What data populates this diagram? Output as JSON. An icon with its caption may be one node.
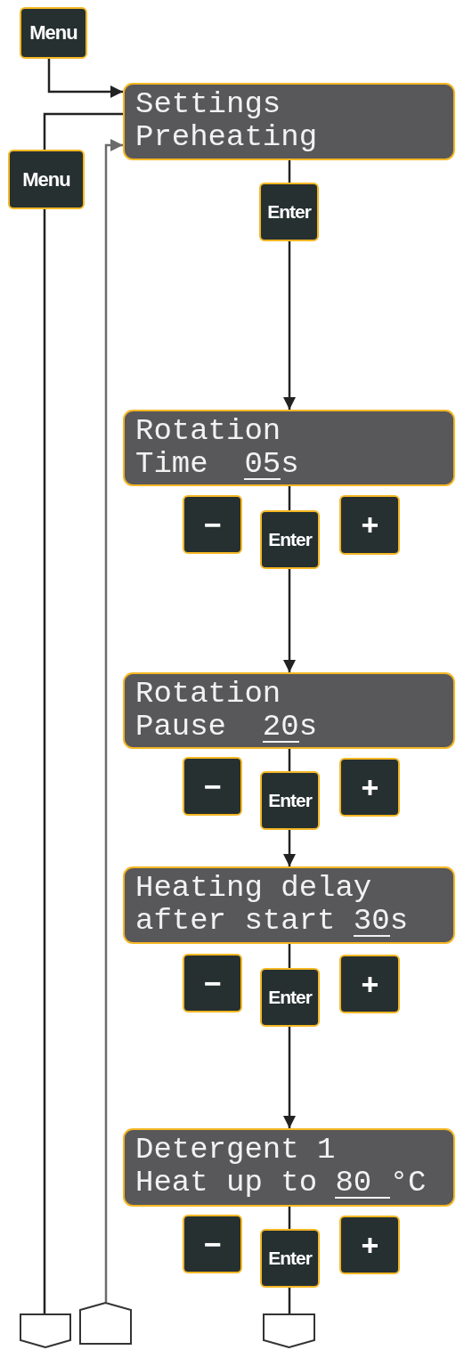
{
  "diagram": {
    "nodes": [
      {
        "text": [
          "Menu"
        ]
      },
      {
        "text": [
          "Settings",
          "Preheating"
        ]
      },
      {
        "text": [
          "Menu"
        ]
      },
      {
        "text": [
          "Enter"
        ]
      },
      {
        "text": [
          "Rotation",
          "Time",
          "05s"
        ]
      },
      {
        "text": [
          "−"
        ]
      },
      {
        "text": [
          "Enter"
        ]
      },
      {
        "text": [
          "+"
        ]
      },
      {
        "text": [
          "Rotation",
          "Pause",
          "20s"
        ]
      },
      {
        "text": [
          "−"
        ]
      },
      {
        "text": [
          "Enter"
        ]
      },
      {
        "text": [
          "+"
        ]
      },
      {
        "text": [
          "Heating delay",
          "after start",
          "30s"
        ]
      },
      {
        "text": [
          "−"
        ]
      },
      {
        "text": [
          "Enter"
        ]
      },
      {
        "text": [
          "+"
        ]
      },
      {
        "text": [
          "Detergent 1",
          "Heat up to",
          "80 °C"
        ]
      },
      {
        "text": [
          "−"
        ]
      },
      {
        "text": [
          "Enter"
        ]
      },
      {
        "text": [
          "+"
        ]
      },
      {
        "text": [],
        "shape": "pentagon"
      },
      {
        "text": [],
        "shape": "pentagon"
      },
      {
        "text": [],
        "shape": "pentagon"
      }
    ],
    "edges": [
      {
        "from": 0,
        "to": 1,
        "arrow": "to"
      },
      {
        "from": 1,
        "to": 2,
        "arrow": "none"
      },
      {
        "from": 2,
        "to": 20,
        "arrow": "none"
      },
      {
        "from": 21,
        "to": 1,
        "arrow": "to",
        "color": "#6b6b6b"
      },
      {
        "from": 1,
        "to": 3,
        "arrow": "none"
      },
      {
        "from": 3,
        "to": 4,
        "arrow": "to"
      },
      {
        "from": 4,
        "to": 6,
        "arrow": "none"
      },
      {
        "from": 6,
        "to": 8,
        "arrow": "to"
      },
      {
        "from": 8,
        "to": 10,
        "arrow": "none"
      },
      {
        "from": 10,
        "to": 12,
        "arrow": "to"
      },
      {
        "from": 12,
        "to": 14,
        "arrow": "none"
      },
      {
        "from": 14,
        "to": 16,
        "arrow": "to"
      },
      {
        "from": 16,
        "to": 18,
        "arrow": "none"
      },
      {
        "from": 18,
        "to": 22,
        "arrow": "none"
      }
    ]
  }
}
